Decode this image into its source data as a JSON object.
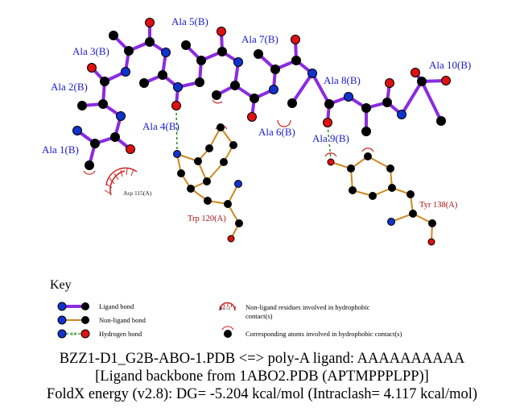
{
  "colors": {
    "ligand_bond": "#8a2be2",
    "nonligand_bond": "#cc8822",
    "hbond": "#228b22",
    "carbon": "#000000",
    "nitrogen": "#1133cc",
    "oxygen": "#dd1111",
    "ligand_label": "#1a1acc",
    "residue_label": "#aa1111",
    "hydrophobic_arc": "#cc2222"
  },
  "labels": {
    "ala1": "Ala 1(B)",
    "ala2": "Ala 2(B)",
    "ala3": "Ala 3(B)",
    "ala4": "Ala 4(B)",
    "ala5": "Ala 5(B)",
    "ala6": "Ala 6(B)",
    "ala7": "Ala 7(B)",
    "ala8": "Ala 8(B)",
    "ala9": "Ala 9(B)",
    "ala10": "Ala 10(B)",
    "trp120": "Trp 120(A)",
    "tyr138": "Tyr 138(A)",
    "asp115": "Asp 115(A)"
  },
  "key": {
    "title": "Key",
    "ligand_bond": "Ligand bond",
    "nonligand_bond": "Non-ligand bond",
    "hydrogen_bond": "Hydrogen bond",
    "hbond_distance": "3.0",
    "hydrophobic_example": "His 53",
    "hydrophobic_residues_line1": "Non-ligand residues involved in hydrophobic",
    "hydrophobic_residues_line2": "contact(s)",
    "hydrophobic_atoms": "Corresponding atoms involved in hydrophobic contact(s)"
  },
  "caption": {
    "line1": "BZZ1-D1_G2B-ABO-1.PDB <=> poly-A ligand: AAAAAAAAAA",
    "line2": "[Ligand backbone from 1ABO2.PDB (APTMPPPLPP)]",
    "line3": "FoldX energy (v2.8): DG= -5.204 kcal/mol (Intraclash= 4.117 kcal/mol)"
  }
}
